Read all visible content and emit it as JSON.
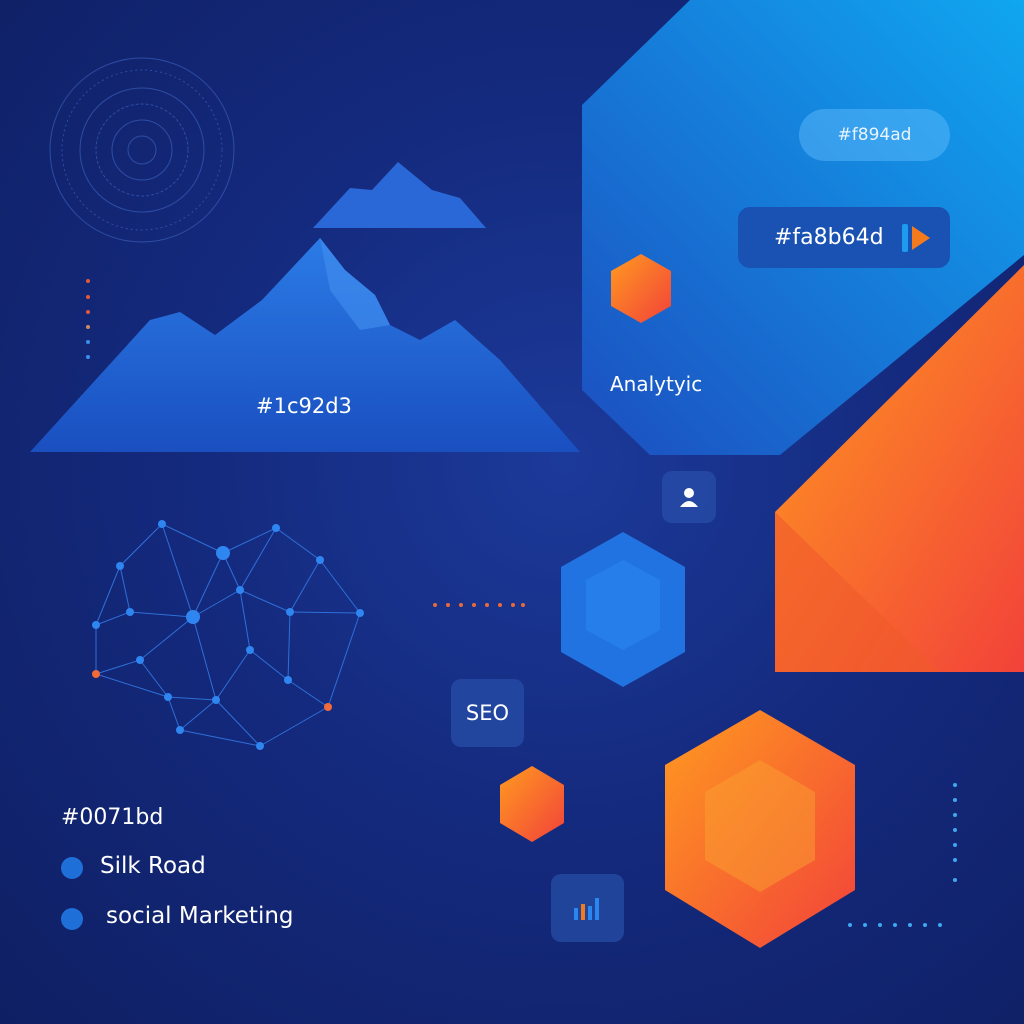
{
  "labels": {
    "mountain_color": "#1c92d3",
    "analytic": "Analytyic",
    "pill_top": "#f894ad",
    "pill_play": "#fa8b64d",
    "seo": "SEO",
    "color_code": "#0071bd"
  },
  "legend": [
    {
      "label": "Silk Road"
    },
    {
      "label": "social Marketing"
    }
  ],
  "colors": {
    "blue": "#1f6fd8",
    "orange": "#f47a1e",
    "bg": "#142a7e"
  }
}
